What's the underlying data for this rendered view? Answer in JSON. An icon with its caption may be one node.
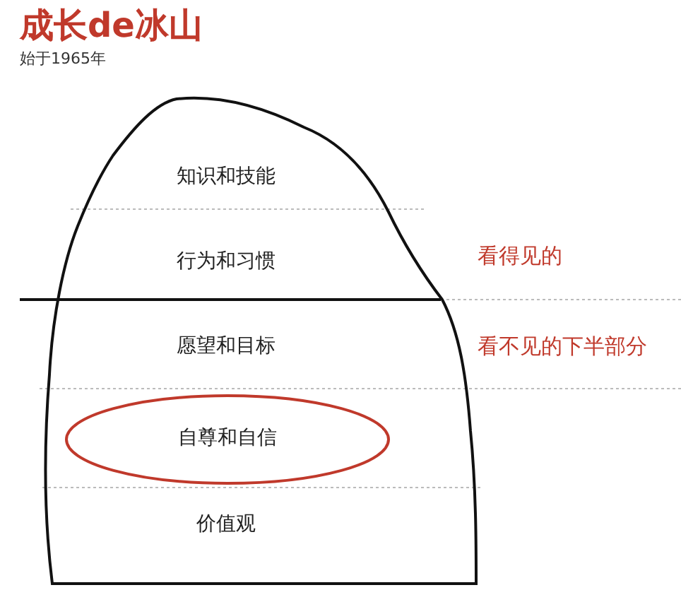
{
  "diagram": {
    "title": "成长de冰山",
    "nodes": [
      {
        "text": [],
        "shape": "picture"
      },
      {
        "text": [
          "知识和技能"
        ],
        "in": 0
      },
      {
        "text": [
          "行为和习惯"
        ],
        "in": 0
      },
      {
        "text": [
          "愿望和目标"
        ],
        "in": 0
      },
      {
        "text": [
          "自尊和自信"
        ],
        "in": 0
      },
      {
        "text": [
          "价值观"
        ],
        "in": 0
      }
    ],
    "edges": [],
    "labels": [
      "始于1965年",
      "看得见的",
      "看不见的下半部分"
    ]
  }
}
